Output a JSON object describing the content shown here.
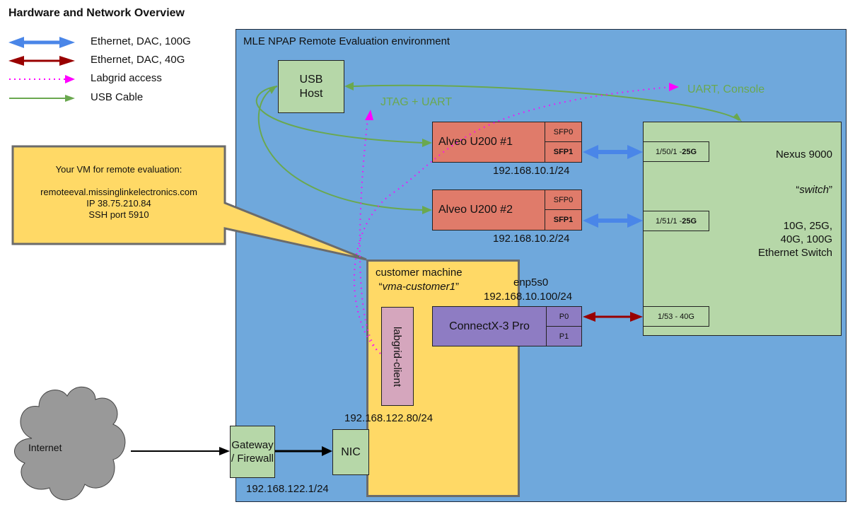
{
  "title": "Hardware and Network Overview",
  "legend": [
    {
      "label": "Ethernet, DAC, 100G",
      "icon": "blue-double-arrow-icon",
      "color": "#4a86e8"
    },
    {
      "label": "Ethernet, DAC, 40G",
      "icon": "darkred-double-arrow-icon",
      "color": "#990000"
    },
    {
      "label": "Labgrid access",
      "icon": "magenta-dotted-arrow-icon",
      "color": "#ff00ff"
    },
    {
      "label": "USB Cable",
      "icon": "green-arrow-icon",
      "color": "#6aa84f"
    }
  ],
  "environment": {
    "title": "MLE NPAP Remote Evaluation environment",
    "color": "#6fa8dc"
  },
  "usb_host": {
    "line1": "USB",
    "line2": "Host"
  },
  "annotations": {
    "jtag": "JTAG + UART",
    "uart": "UART, Console"
  },
  "alveo1": {
    "name": "Alveo U200 #1",
    "sfp0": "SFP0",
    "sfp1": "SFP1",
    "ip": "192.168.10.1/24"
  },
  "alveo2": {
    "name": "Alveo U200 #2",
    "sfp0": "SFP0",
    "sfp1": "SFP1",
    "ip": "192.168.10.2/24"
  },
  "switch": {
    "name": "Nexus 9000",
    "alias_open": "“",
    "alias": "switch",
    "alias_close": "”",
    "desc1": "10G, 25G,",
    "desc2": "40G, 100G",
    "desc3": "Ethernet Switch",
    "port1_prefix": "1/50/1 - ",
    "port1_speed": "25G",
    "port2_prefix": "1/51/1 - ",
    "port2_speed": "25G",
    "port3": "1/53 - 40G"
  },
  "callout": {
    "line1": "Your VM for remote evaluation:",
    "line2": "remoteeval.missinglinkelectronics.com",
    "line3": "IP 38.75.210.84",
    "line4": "SSH port 5910"
  },
  "customer": {
    "title": "customer machine",
    "name_open": "“",
    "name": "vma-customer1",
    "name_close": "”",
    "labgrid": "labgrid-client",
    "ip": "192.168.122.80/24"
  },
  "connectx": {
    "name": "ConnectX-3 Pro",
    "p0": "P0",
    "p1": "P1",
    "iface": "enp5s0",
    "ip": "192.168.10.100/24"
  },
  "internet": {
    "label": "Internet"
  },
  "gateway": {
    "line1": "Gateway",
    "line2": "/ Firewall",
    "ip": "192.168.122.1/24"
  },
  "nic": {
    "label": "NIC"
  }
}
